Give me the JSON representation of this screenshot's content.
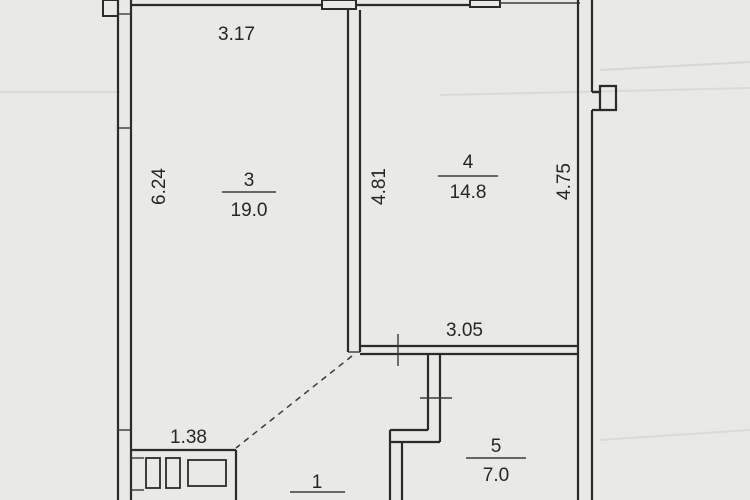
{
  "rooms": [
    {
      "number": "3",
      "area": "19.0"
    },
    {
      "number": "4",
      "area": "14.8"
    },
    {
      "number": "5",
      "area": "7.0"
    },
    {
      "number": "1",
      "area": ""
    }
  ],
  "dimensions": {
    "room3_top": "3.17",
    "room3_left": "6.24",
    "room4_left": "4.81",
    "room4_right": "4.75",
    "room4_bottom": "3.05",
    "hall_width": "1.38"
  },
  "colors": {
    "paper": "#e9e9e6",
    "ink": "#2b2b2b"
  }
}
